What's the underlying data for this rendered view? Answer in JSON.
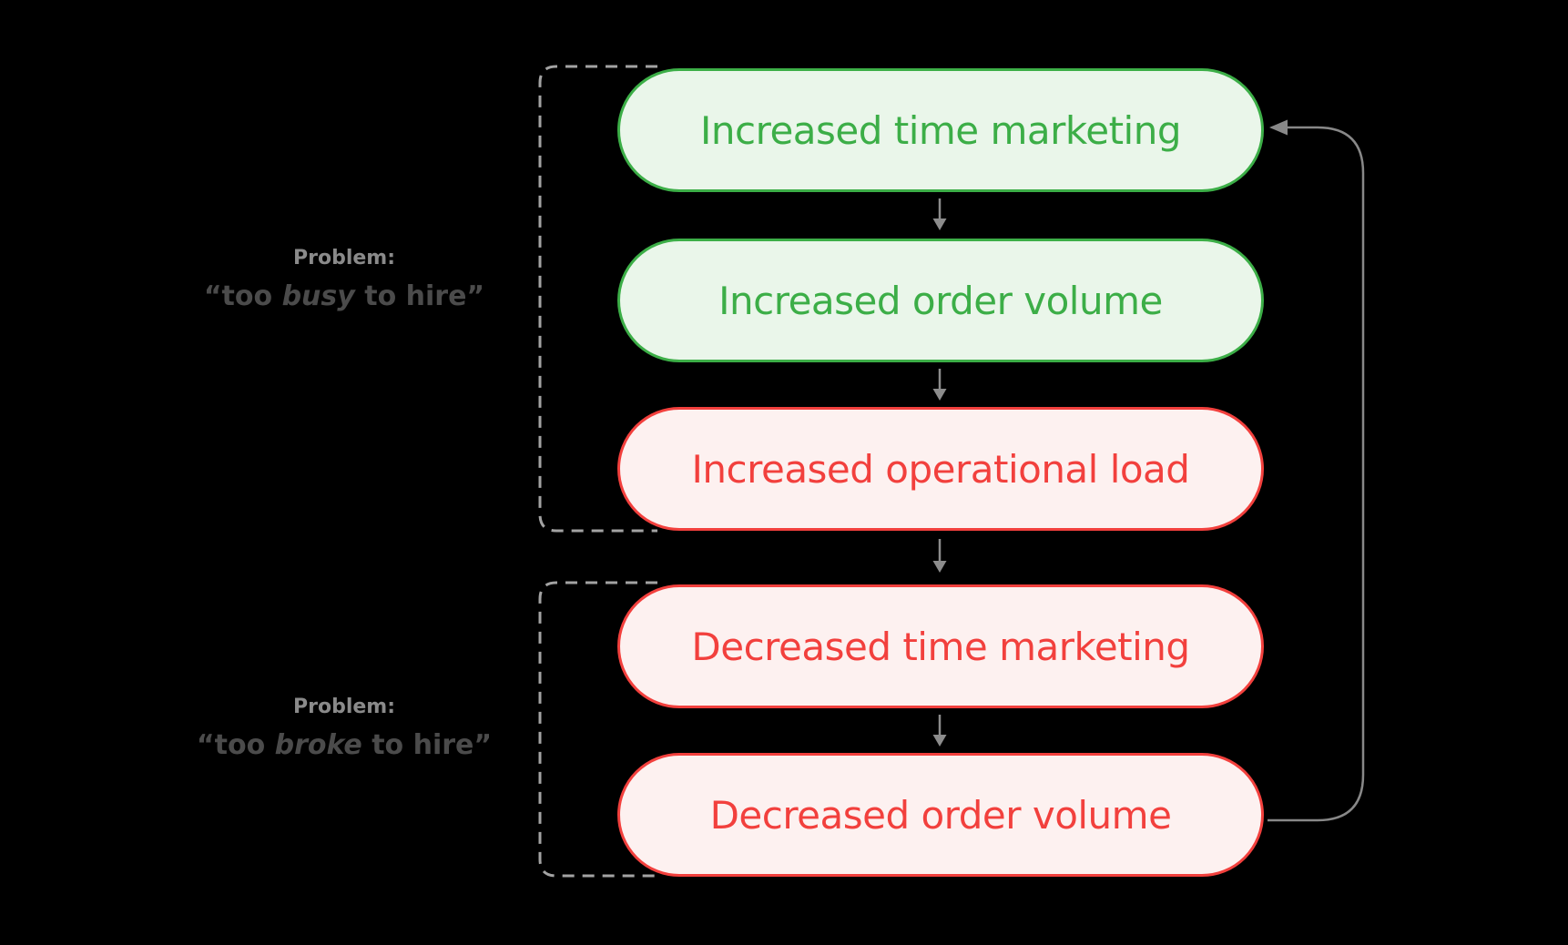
{
  "colors": {
    "background": "#000000",
    "green": "#3cae47",
    "green_fill": "#eaf6ea",
    "red": "#f2403d",
    "red_fill": "#fdf1f0",
    "arrow": "#8c8c8c",
    "loop": "#888888",
    "bracket": "#a3a3a3",
    "label_title": "#8a8a8a",
    "label_quote": "#4b4b4b"
  },
  "diagram": {
    "nodes": [
      {
        "label": "Increased time marketing",
        "tone": "positive"
      },
      {
        "label": "Increased order volume",
        "tone": "positive"
      },
      {
        "label": "Increased operational load",
        "tone": "negative"
      },
      {
        "label": "Decreased time marketing",
        "tone": "negative"
      },
      {
        "label": "Decreased order volume",
        "tone": "negative"
      }
    ],
    "problems": [
      {
        "title": "Problem:",
        "quote_prefix": "“too ",
        "quote_emphasis": "busy",
        "quote_suffix": " to hire”"
      },
      {
        "title": "Problem:",
        "quote_prefix": "“too ",
        "quote_emphasis": "broke",
        "quote_suffix": " to hire”"
      }
    ],
    "icons": {
      "down_arrow": "down-arrow",
      "loop_arrow": "feedback-loop-arrow",
      "bracket": "dashed-group-bracket"
    }
  }
}
